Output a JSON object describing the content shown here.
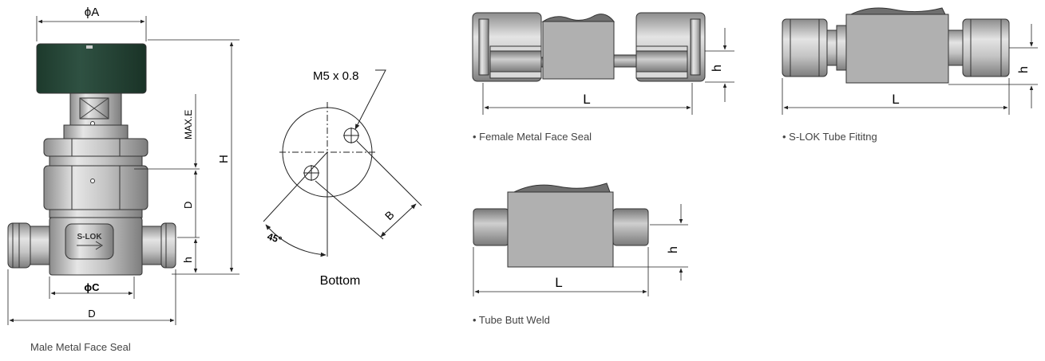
{
  "main_view": {
    "dim_a": "ϕA",
    "dim_max_e": "MAX.E",
    "dim_h_total": "H",
    "dim_d_vertical": "D",
    "dim_h_small": "h",
    "dim_c": "ϕC",
    "dim_d_bottom": "D",
    "body_marking": "S-LOK",
    "caption": "Male Metal Face Seal"
  },
  "bottom_view": {
    "thread_label": "M5 x 0.8",
    "angle_label": "45°",
    "dim_b": "B",
    "caption": "Bottom"
  },
  "female_view": {
    "dim_h": "h",
    "dim_l": "L",
    "caption": "• Female Metal Face Seal"
  },
  "slok_view": {
    "dim_h": "h",
    "dim_l": "L",
    "caption": "• S-LOK Tube Fititng"
  },
  "butt_view": {
    "dim_h": "h",
    "dim_l": "L",
    "caption": "• Tube Butt Weld"
  },
  "colors": {
    "handle": "#2a4a3c",
    "metal": "#b8b8b8",
    "metal_dark": "#8a8a8a",
    "line": "#222222"
  }
}
